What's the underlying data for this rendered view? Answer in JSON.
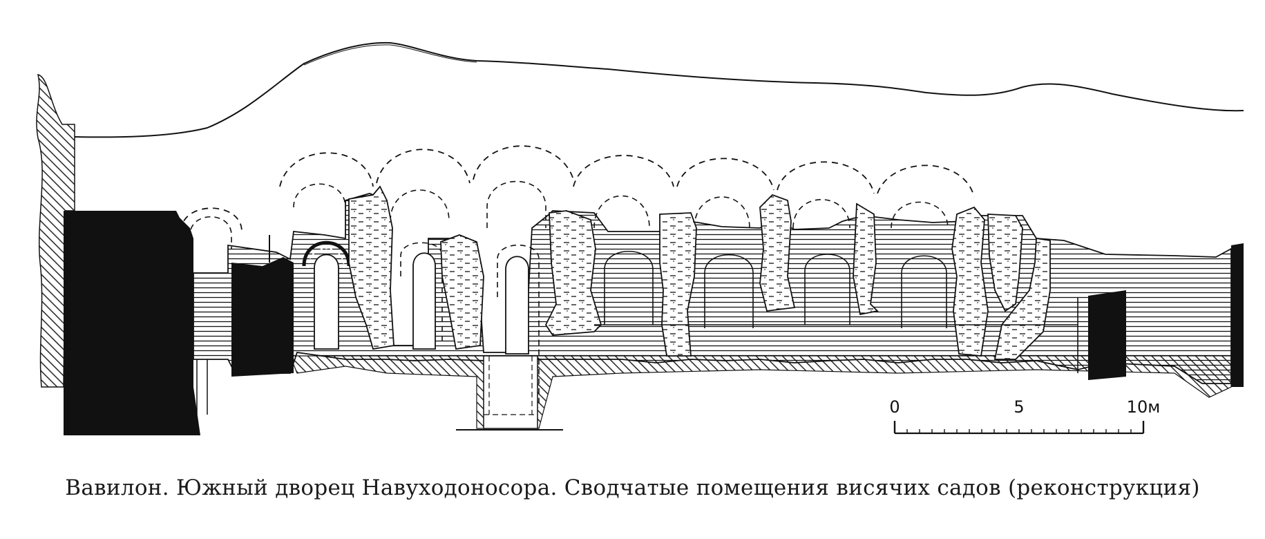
{
  "caption": "Вавилон. Южный дворец Навуходоносора. Сводчатые помещения висячих садов (реконструкция)",
  "scale_bar": {
    "ticks": [
      {
        "label": "0",
        "value": 0
      },
      {
        "label": "5",
        "value": 5
      },
      {
        "label": "10м",
        "value": 10
      }
    ],
    "max": 10
  },
  "colors": {
    "ink": "#111111",
    "paper": "#ffffff"
  }
}
